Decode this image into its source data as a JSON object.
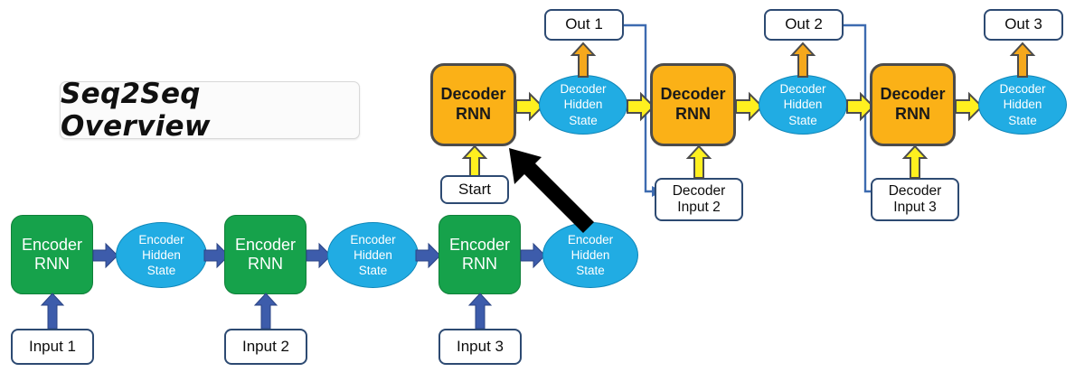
{
  "title": {
    "text": "Seq2Seq Overview"
  },
  "colors": {
    "encoder_green": "#16a24b",
    "decoder_orange": "#fbb117",
    "hidden_state_cyan": "#21ace3",
    "encoder_arrow_blue": "#3d5cab",
    "decoder_arrow_yellow": "#fff01f",
    "output_arrow_orange": "#f5a81c",
    "io_border_blue": "#2d4a72",
    "attention_arrow_black": "#000000",
    "background": "#ffffff"
  },
  "encoder": {
    "rnn_label": "Encoder\nRNN",
    "rnn_line1": "Encoder",
    "rnn_line2": "RNN",
    "hidden_line1": "Encoder",
    "hidden_line2": "Hidden",
    "hidden_line3": "State",
    "steps": [
      {
        "input": "Input 1"
      },
      {
        "input": "Input 2"
      },
      {
        "input": "Input 3"
      }
    ]
  },
  "decoder": {
    "rnn_line1": "Decoder",
    "rnn_line2": "RNN",
    "hidden_line1": "Decoder",
    "hidden_line2": "Hidden",
    "hidden_line3": "State",
    "start_label": "Start",
    "steps": [
      {
        "output": "Out 1",
        "input_line1": "Decoder",
        "input_line2": "Input 2"
      },
      {
        "output": "Out 2",
        "input_line1": "Decoder",
        "input_line2": "Input 3"
      },
      {
        "output": "Out 3",
        "input_line1": "",
        "input_line2": ""
      }
    ]
  }
}
